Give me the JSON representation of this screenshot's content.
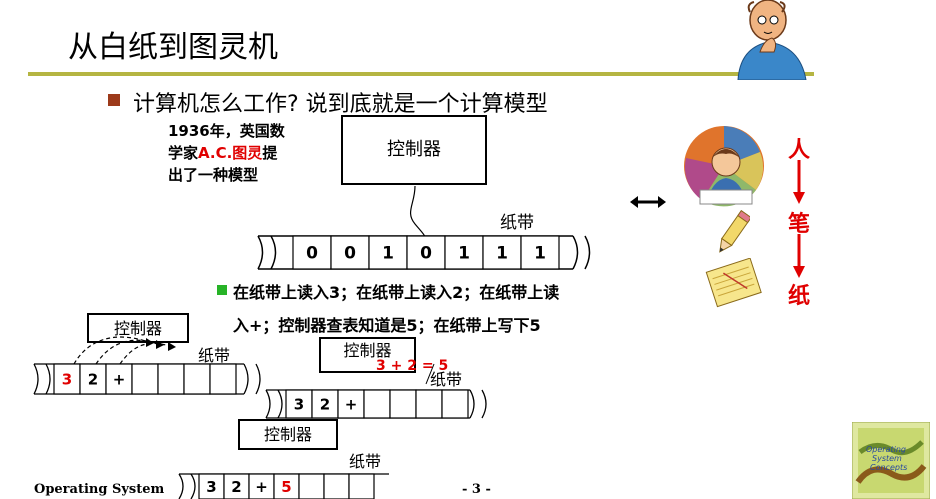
{
  "slide": {
    "title": "从白纸到图灵机",
    "subtitle": "计算机怎么工作? 说到底就是一个计算模型",
    "note": {
      "line1": "1936年，英国数",
      "line2_pre": "学家",
      "line2_name": "A.C.图灵",
      "line2_post": "提",
      "line3": "出了一种模型"
    },
    "controller_label": "控制器",
    "tape_label": "纸带",
    "main_tape": [
      "0",
      "0",
      "1",
      "0",
      "1",
      "1",
      "1"
    ],
    "steps_line1": "在纸带上读入3；在纸带上读入2；在纸带上读",
    "steps_line2": "入+；控制器查表知道是5；在纸带上写下5",
    "tape1": [
      "3",
      "2",
      "+"
    ],
    "tape2": [
      "3",
      "2",
      "+"
    ],
    "tape3": [
      "3",
      "2",
      "+",
      "5"
    ],
    "equation": "3 + 2 = 5",
    "vertical": {
      "top": "人",
      "mid": "笔",
      "bottom": "纸"
    },
    "footer_left": "Operating System",
    "footer_page": "- 3 -"
  },
  "colors": {
    "rule": "#b5b542",
    "bullet": "#9c3a1a",
    "green_bullet": "#27b327",
    "highlight": "#e00000"
  },
  "icons": [
    "thinking-man-icon",
    "child-drawing-icon",
    "pencil-icon",
    "notepad-icon",
    "os-book-icon",
    "double-arrow-icon"
  ]
}
